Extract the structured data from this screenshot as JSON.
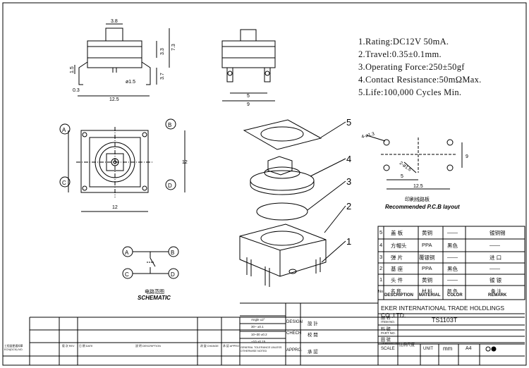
{
  "specs": [
    "1.Rating:DC12V 50mA.",
    "2.Travel:0.35±0.1mm.",
    "3.Operating Force:250±50gf",
    "4.Contact Resistance:50mΩMax.",
    "5.Life:100,000 Cycles Min."
  ],
  "dims": {
    "front_top": "3.8",
    "front_h1": "3.3",
    "front_h2": "7.3",
    "front_h3": "3.7",
    "front_left": "1.5",
    "front_pin": "ø1.5",
    "front_off": "0.3",
    "front_w": "12.5",
    "side_5": "5",
    "side_9": "9",
    "top_w": "12",
    "top_h": "12",
    "pcb_hole": "4-ø1.3",
    "pcb_pin": "2-ø1.6",
    "pcb_9": "9",
    "pcb_5": "5",
    "pcb_w": "12.5"
  },
  "pins": {
    "a": "A",
    "b": "B",
    "c": "C",
    "d": "D"
  },
  "parts": {
    "p1": "1",
    "p2": "2",
    "p3": "3",
    "p4": "4",
    "p5": "5"
  },
  "pcb": {
    "cn": "印刷线路板",
    "en": "Recommended P.C.B layout"
  },
  "schematic": {
    "cn": "电路范图",
    "en": "SCHEMATIC"
  },
  "bom": {
    "rows": [
      {
        "no": "5",
        "name": "盖  板",
        "mat": "黄铜",
        "color": "——",
        "remark": "镀铜锡"
      },
      {
        "no": "4",
        "name": "方帽头",
        "mat": "PPA",
        "color": "黑色",
        "remark": "——"
      },
      {
        "no": "3",
        "name": "弹  片",
        "mat": "覆银铜",
        "color": "——",
        "remark": "进 口"
      },
      {
        "no": "2",
        "name": "基  座",
        "mat": "PPA",
        "color": "黑色",
        "remark": "——"
      },
      {
        "no": "1",
        "name": "头  件",
        "mat": "黄铜",
        "color": "——",
        "remark": "镀 银"
      }
    ],
    "hdr": {
      "no": "No.",
      "name_cn": "名  称",
      "name_en": "DESCRIPTION",
      "mat_cn": "材  料",
      "mat_en": "MATERIAL",
      "color_cn": "颜  色",
      "color_en": "COLOR",
      "remark_cn": "备  注",
      "remark_en": "REMARK"
    }
  },
  "title_block": {
    "company": "EKER INTERNATIONAL TRADE HOLDLINGS CO.,LTD.",
    "item_cn": "品  名",
    "item_en": "ITEM NO.",
    "item_val": "TS1103T",
    "part_cn": "料  號",
    "part_en": "PART NO.",
    "draw_cn": "圖  號",
    "draw_en": "DRAWING NO.",
    "draw_val": "比例尺度",
    "scale": "SCALE",
    "unit": "UNIT",
    "unit_val": "mm",
    "size": "A4",
    "design": "DESIGN",
    "design_cn": "設 計",
    "check": "CHECH",
    "check_cn": "校 閱",
    "appro": "APPRO.",
    "appro_cn": "承 認",
    "tol": [
      "Angle  ±2°",
      "30~  ±0.1",
      "10~30  ±0.2",
      "~10  ±0.15"
    ],
    "tol_note": "GENERAL TOLERANCE UNLESS OTHERWISE NOTED",
    "rev_cols": [
      "工程變更通知單 ECN(DCN) NO.",
      "版 次 REV",
      "日 期 DATE",
      "說 明 DESCRIPTION",
      "改 變 CHANGE",
      "承 認 APPRO"
    ]
  }
}
